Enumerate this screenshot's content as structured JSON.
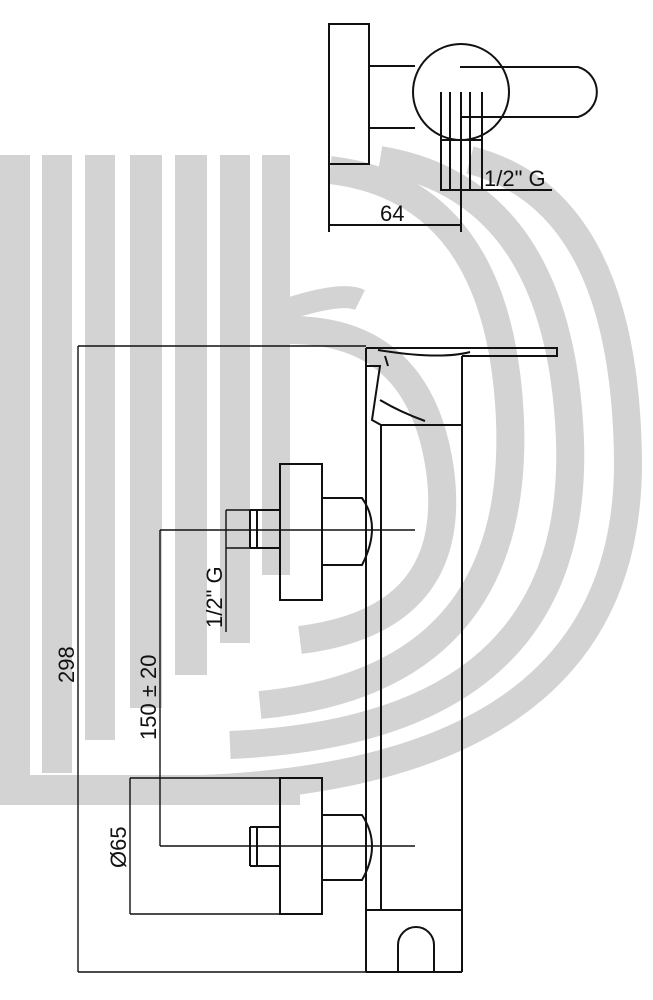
{
  "watermark": {
    "color": "#d3d3d3"
  },
  "dimensions": {
    "overall_length": "298",
    "outlet_spacing": "150 ± 20",
    "rosette_diameter": "Ø65",
    "top_thread": "1/2\" G",
    "side_thread": "1/2\" G",
    "depth": "64"
  },
  "colors": {
    "line": "#111111",
    "background": "#ffffff"
  }
}
